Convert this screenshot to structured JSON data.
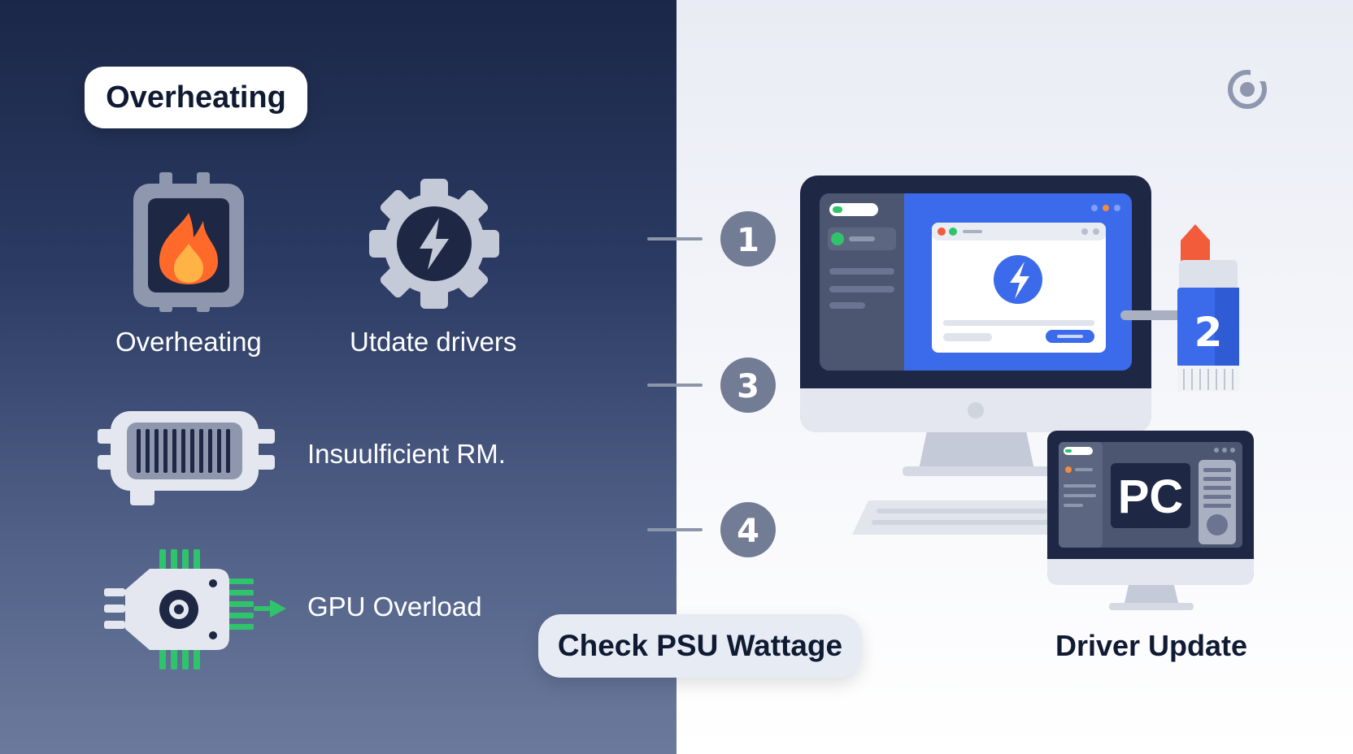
{
  "title": "Overheating",
  "items": {
    "overheating": "Overheating",
    "update_drivers": "Utdate drivers",
    "insufficient_ram": "Insuulficient RM.",
    "gpu_overload": "GPU Overload"
  },
  "steps": [
    "1",
    "3",
    "4"
  ],
  "tube_step": "2",
  "psu_button": "Check PSU Wattage",
  "driver_update_label": "Driver Update",
  "small_monitor_text": "PC",
  "colors": {
    "left_bg_top": "#1b2748",
    "left_bg_bottom": "#6b7a9c",
    "accent_blue": "#3b6bea",
    "flame_orange": "#ff6a2b",
    "gpu_green": "#2fc46b",
    "step_circle": "#727c95"
  },
  "icons": [
    "cpu-flame-icon",
    "gear-lightning-icon",
    "ram-module-icon",
    "gpu-chip-icon",
    "refresh-icon",
    "monitor-icon",
    "glue-tube-icon",
    "small-monitor-icon"
  ]
}
